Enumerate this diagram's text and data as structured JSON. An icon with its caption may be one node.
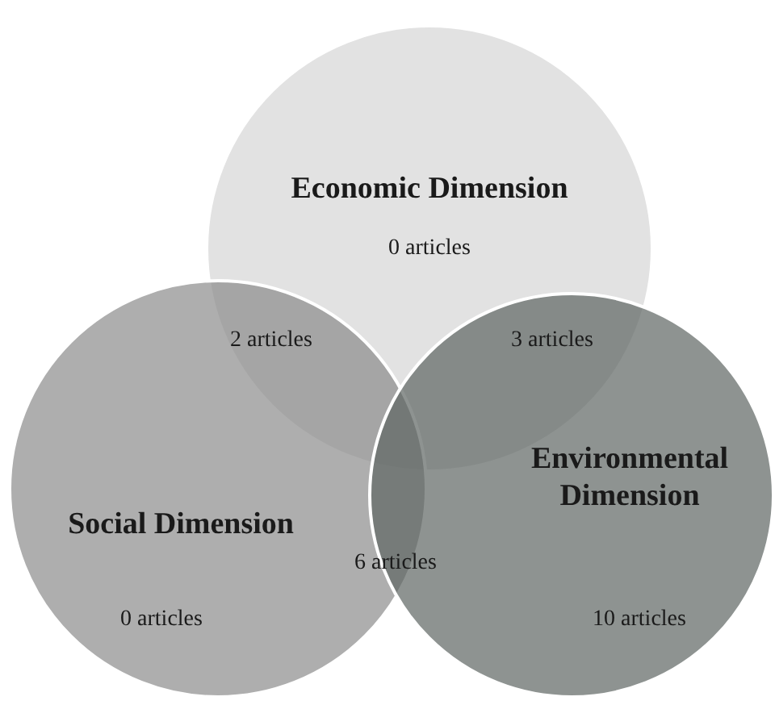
{
  "diagram": {
    "nodes": [
      {
        "text": [
          "Economic Dimension",
          "0 articles"
        ]
      },
      {
        "text": [
          "Social Dimension",
          "0 articles"
        ]
      },
      {
        "text": [
          "Environmental Dimension",
          "10 articles"
        ]
      }
    ],
    "labels": [
      "2 articles",
      "3 articles",
      "6 articles"
    ]
  }
}
